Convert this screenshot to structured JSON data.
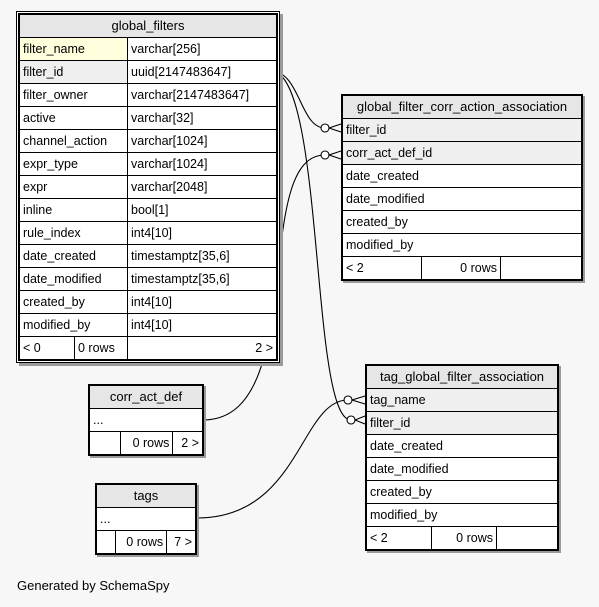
{
  "footer": "Generated by SchemaSpy",
  "global_filters": {
    "title": "global_filters",
    "columns": [
      {
        "name": "filter_name",
        "type": "varchar[256]"
      },
      {
        "name": "filter_id",
        "type": "uuid[2147483647]"
      },
      {
        "name": "filter_owner",
        "type": "varchar[2147483647]"
      },
      {
        "name": "active",
        "type": "varchar[32]"
      },
      {
        "name": "channel_action",
        "type": "varchar[1024]"
      },
      {
        "name": "expr_type",
        "type": "varchar[1024]"
      },
      {
        "name": "expr",
        "type": "varchar[2048]"
      },
      {
        "name": "inline",
        "type": "bool[1]"
      },
      {
        "name": "rule_index",
        "type": "int4[10]"
      },
      {
        "name": "date_created",
        "type": "timestamptz[35,6]"
      },
      {
        "name": "date_modified",
        "type": "timestamptz[35,6]"
      },
      {
        "name": "created_by",
        "type": "int4[10]"
      },
      {
        "name": "modified_by",
        "type": "int4[10]"
      }
    ],
    "footer": {
      "parents": "< 0",
      "rows": "0 rows",
      "children": "2 >"
    }
  },
  "gfcaa": {
    "title": "global_filter_corr_action_association",
    "columns": [
      "filter_id",
      "corr_act_def_id",
      "date_created",
      "date_modified",
      "created_by",
      "modified_by"
    ],
    "footer": {
      "parents": "< 2",
      "rows": "0 rows",
      "children": ""
    }
  },
  "corr_act_def": {
    "title": "corr_act_def",
    "ellipsis": "...",
    "footer": {
      "parents": "",
      "rows": "0 rows",
      "children": "2 >"
    }
  },
  "tags": {
    "title": "tags",
    "ellipsis": "...",
    "footer": {
      "parents": "",
      "rows": "0 rows",
      "children": "7 >"
    }
  },
  "tgfa": {
    "title": "tag_global_filter_association",
    "columns": [
      "tag_name",
      "filter_id",
      "date_created",
      "date_modified",
      "created_by",
      "modified_by"
    ],
    "footer": {
      "parents": "< 2",
      "rows": "0 rows",
      "children": ""
    }
  }
}
